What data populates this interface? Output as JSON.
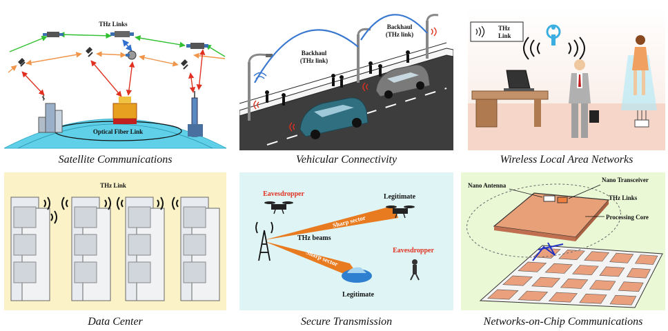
{
  "captions": {
    "satellite": "Satellite Communications",
    "vehicular": "Vehicular Connectivity",
    "wlan": "Wireless Local Area Networks",
    "datacenter": "Data Center",
    "secure": "Secure Transmission",
    "noc": "Networks-on-Chip Communications"
  },
  "satellite": {
    "thz_links": "THz Links",
    "fiber": "Optical Fiber Link"
  },
  "vehicular": {
    "backhaul1_a": "Backhaul",
    "backhaul1_b": "(THz link)",
    "backhaul2_a": "Backhaul",
    "backhaul2_b": "(THz link)"
  },
  "wlan": {
    "legend_a": "THz",
    "legend_b": "Link"
  },
  "datacenter": {
    "thz_link": "THz Link"
  },
  "secure": {
    "eavesdropper1": "Eavesdropper",
    "eavesdropper2": "Eavesdropper",
    "legitimate1": "Legitimate",
    "legitimate2": "Legitimate",
    "sharp1": "Sharp sector",
    "sharp2": "Sharp sector",
    "beams": "THz beams"
  },
  "noc": {
    "nano_antenna": "Nano Antenna",
    "nano_transceiver": "Nano Transceiver",
    "thz_links": "THz Links",
    "processing_core": "Processing Core"
  },
  "colors": {
    "accent_red": "#e03020",
    "beam_orange": "#e87a20",
    "link_green": "#2fbf2f",
    "link_orange": "#f0954a",
    "link_blue": "#2f6fd0"
  }
}
